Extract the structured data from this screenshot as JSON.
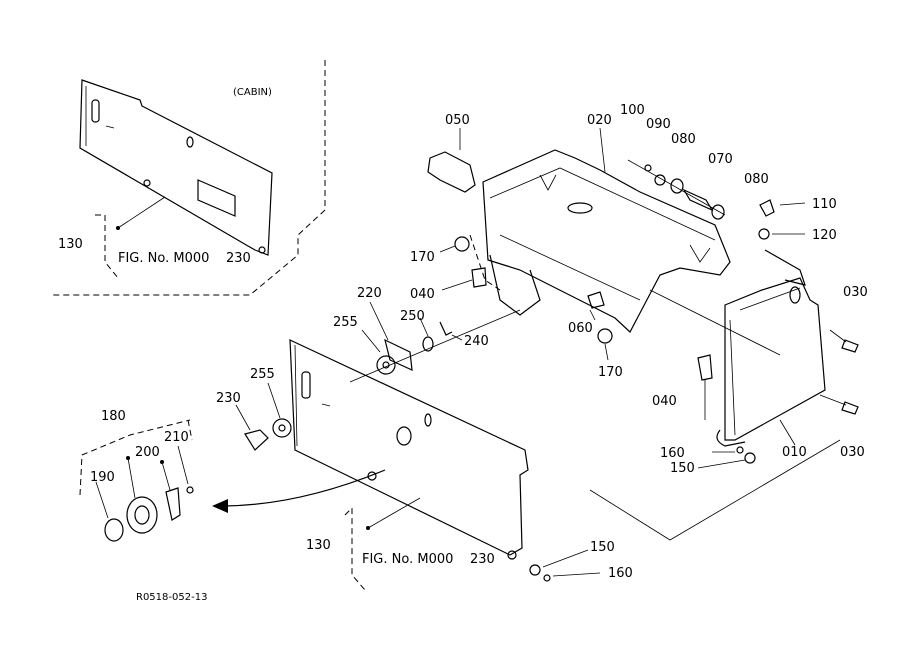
{
  "diagram": {
    "inset_note": "(CABIN)",
    "fig_ref_top": "FIG. No. M000",
    "fig_ref_bottom": "FIG. No. M000",
    "doc_code": "R0518-052-13",
    "labels": {
      "p050": "050",
      "p020": "020",
      "p100": "100",
      "p090": "090",
      "p080a": "080",
      "p070": "070",
      "p080b": "080",
      "p110": "110",
      "p120": "120",
      "p170a": "170",
      "p040a": "040",
      "p220": "220",
      "p255a": "255",
      "p250": "250",
      "p240": "240",
      "p060": "060",
      "p170b": "170",
      "p030a": "030",
      "p040b": "040",
      "p010": "010",
      "p030b": "030",
      "p160a": "160",
      "p150a": "150",
      "p230a": "230",
      "p255b": "255",
      "p180": "180",
      "p210": "210",
      "p200": "200",
      "p190": "190",
      "p130a": "130",
      "p230top": "230",
      "p130b": "130",
      "p230bot": "230",
      "p150b": "150",
      "p160b": "160"
    }
  }
}
